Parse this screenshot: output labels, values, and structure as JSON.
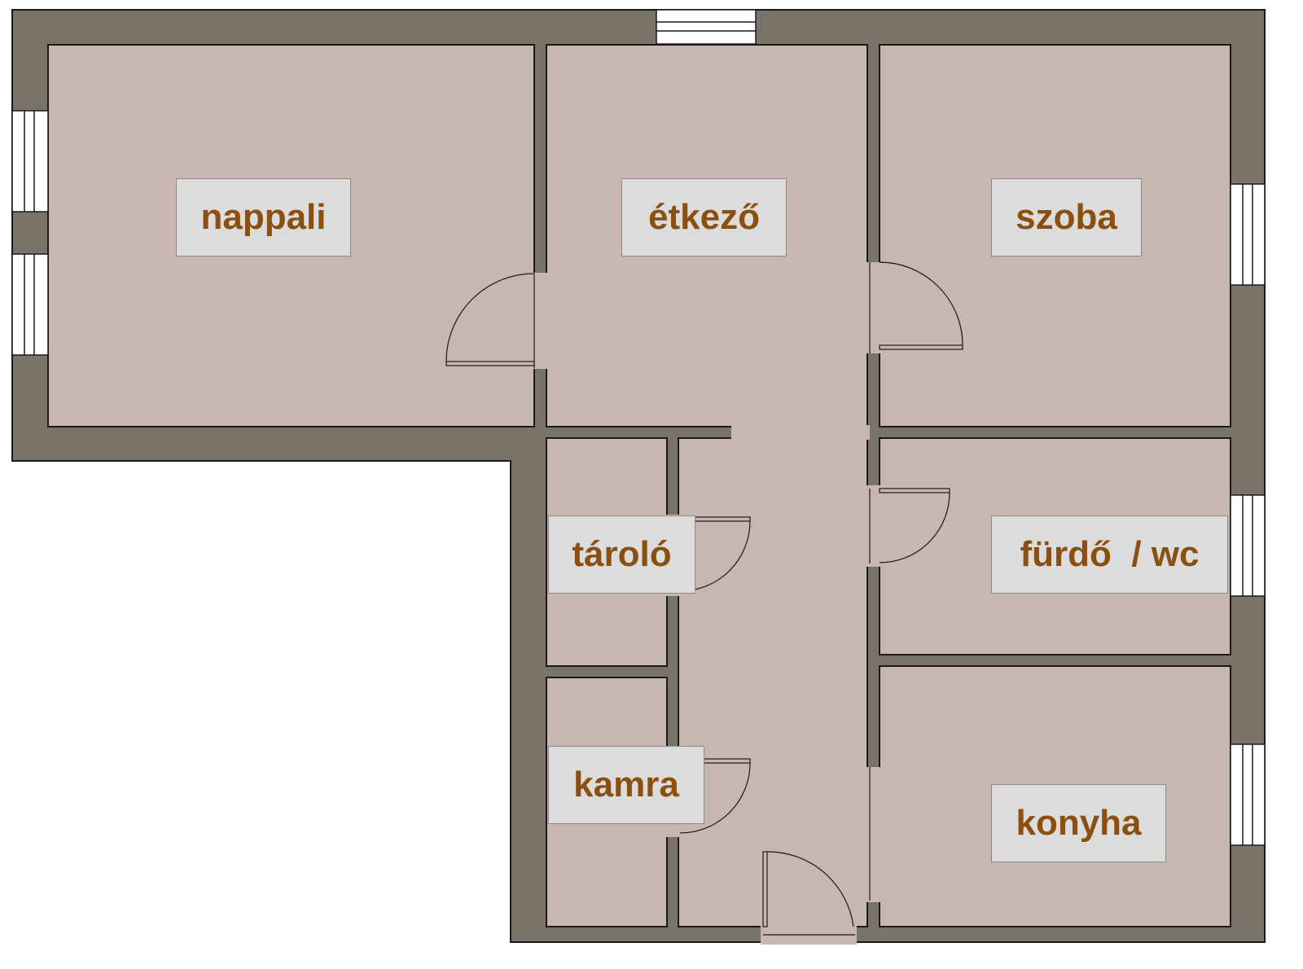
{
  "colors": {
    "wall": "#7a7468",
    "wall_outline": "#1a1a1a",
    "floor": "#c8b6b0",
    "label_bg": "#dcdcdc",
    "label_text": "#8b4f10",
    "window": "#ffffff"
  },
  "rooms": {
    "nappali": "nappali",
    "etkezo": "étkező",
    "szoba": "szoba",
    "tarolo": "tároló",
    "furdo_wc": "fürdő  / wc",
    "kamra": "kamra",
    "konyha": "konyha"
  }
}
